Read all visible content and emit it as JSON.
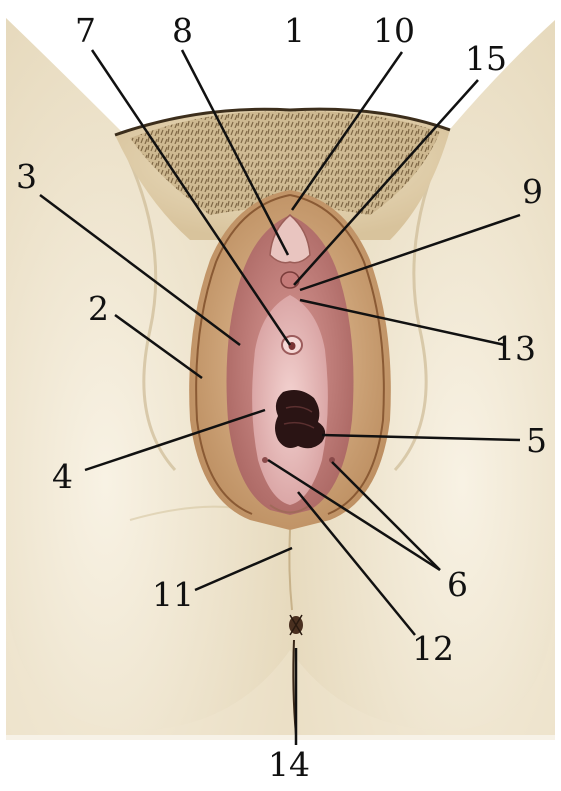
{
  "labels": {
    "l1": "1",
    "l2": "2",
    "l3": "3",
    "l4": "4",
    "l5": "5",
    "l6": "6",
    "l7": "7",
    "l8": "8",
    "l9": "9",
    "l10": "10",
    "l11": "11",
    "l12": "12",
    "l13": "13",
    "l14": "14",
    "l15": "15"
  },
  "colors": {
    "skin": "#f4ecda",
    "skin_shadow": "#d8c7a4",
    "hair": "#5e4a2e",
    "labia_major": "#c99a6e",
    "labia_minor": "#c88a8a",
    "vestibule": "#e7b8ba",
    "opening": "#2a1414",
    "leader": "#111111"
  }
}
